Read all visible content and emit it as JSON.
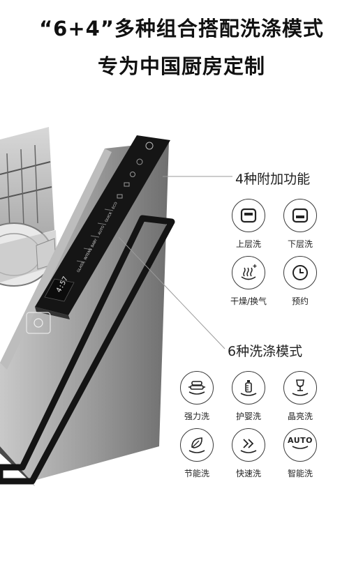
{
  "headline": {
    "line1": "“6+4”多种组合搭配洗涤模式",
    "line2": "专为中国厨房定制"
  },
  "panel": {
    "display": "4:57",
    "indicators": [
      "ECO",
      "QUICK",
      "AUTO",
      "BABY",
      "INTENS",
      "GLASS"
    ]
  },
  "aux_functions": {
    "title": "4种附加功能",
    "items": [
      {
        "label": "上层洗",
        "icon": "upper-rack-icon"
      },
      {
        "label": "下层洗",
        "icon": "lower-rack-icon"
      },
      {
        "label": "干燥/换气",
        "icon": "dry-vent-icon"
      },
      {
        "label": "预约",
        "icon": "clock-icon"
      }
    ]
  },
  "wash_modes": {
    "title": "6种洗涤模式",
    "items": [
      {
        "label": "强力洗",
        "icon": "intensive-pots-icon"
      },
      {
        "label": "护婴洗",
        "icon": "baby-bottle-icon"
      },
      {
        "label": "晶亮洗",
        "icon": "glass-icon"
      },
      {
        "label": "节能洗",
        "icon": "eco-leaf-icon"
      },
      {
        "label": "快速洗",
        "icon": "quick-chevron-icon"
      },
      {
        "label": "智能洗",
        "icon": "auto-icon",
        "badge": "AUTO"
      }
    ]
  },
  "colors": {
    "panel_black": "#151515",
    "door_gray": "#8e8e8e",
    "outline": "#3a3a3a"
  }
}
